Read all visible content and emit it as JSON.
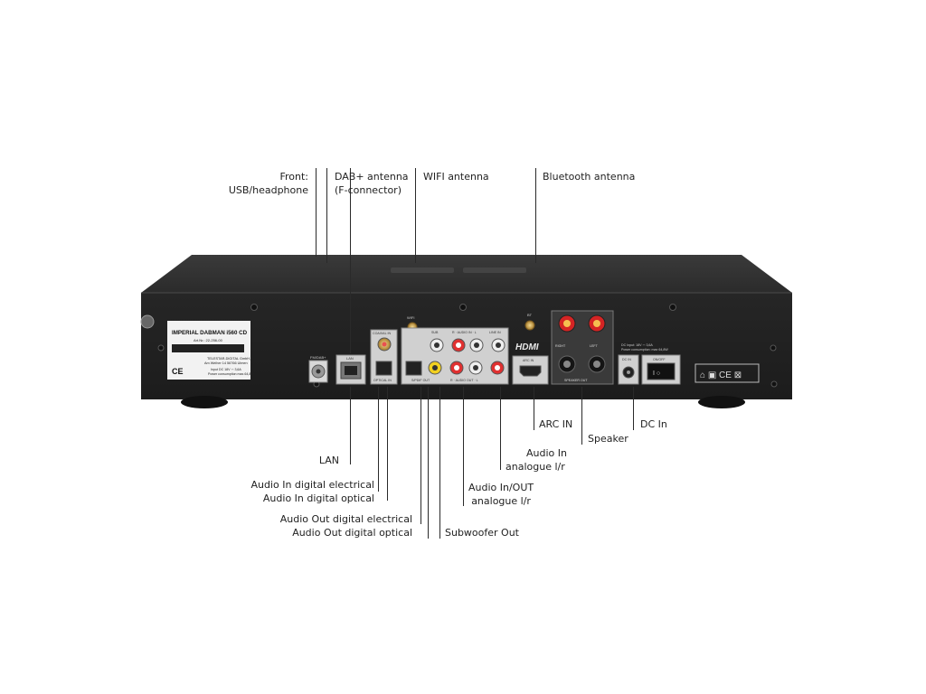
{
  "device": {
    "sticker": {
      "title": "IMPERIAL DABMAN i560 CD",
      "art_nr": "Art.Nr.: 22-256-00",
      "maker": "TELESTAR-DIGITAL GmbH,",
      "address": "Am Weiher 14 56766 Ulmen",
      "input": "Input DC 18V ⎓ 3,6A",
      "power": "Power consumption max.64,8W"
    },
    "panel": {
      "fm_dab": "FM/DAB+",
      "lan": "LAN",
      "coaxial_in": "COAXIAL IN",
      "optical_in": "OPTICAL IN",
      "wifi": "WIFI",
      "sub": "SUB",
      "audio_in": "R · AUDIO IN · L",
      "line_in": "LINE IN",
      "spdif_out": "S/PDIF OUT",
      "audio_out": "R · AUDIO OUT · L",
      "bt": "BT",
      "hdmi": "HDMI",
      "arc_in": "ARC IN",
      "right": "RIGHT",
      "left": "LEFT",
      "speaker_out": "SPEAKER OUT",
      "dc_in": "DC IN",
      "on_off": "ON/OFF",
      "dc_input": "DC Input: 18V ⎓ 3,6A",
      "dc_power": "Power consumption: max 64,8W"
    }
  },
  "labels": {
    "front": [
      "Front:",
      "USB/headphone"
    ],
    "dab_antenna": [
      "DAB+ antenna",
      "(F-connector)"
    ],
    "wifi_antenna": "WIFI antenna",
    "bluetooth_antenna": "Bluetooth antenna",
    "lan": "LAN",
    "audio_in_digital": [
      "Audio In digital electrical",
      "Audio In digital optical"
    ],
    "audio_out_digital": [
      "Audio Out digital electrical",
      "Audio Out digital optical"
    ],
    "subwoofer_out": "Subwoofer Out",
    "audio_inout_analogue": [
      "Audio In/OUT",
      "analogue l/r"
    ],
    "audio_in_analogue": [
      "Audio In",
      "analogue l/r"
    ],
    "arc_in": "ARC IN",
    "speaker": "Speaker",
    "dc_in": "DC In"
  }
}
